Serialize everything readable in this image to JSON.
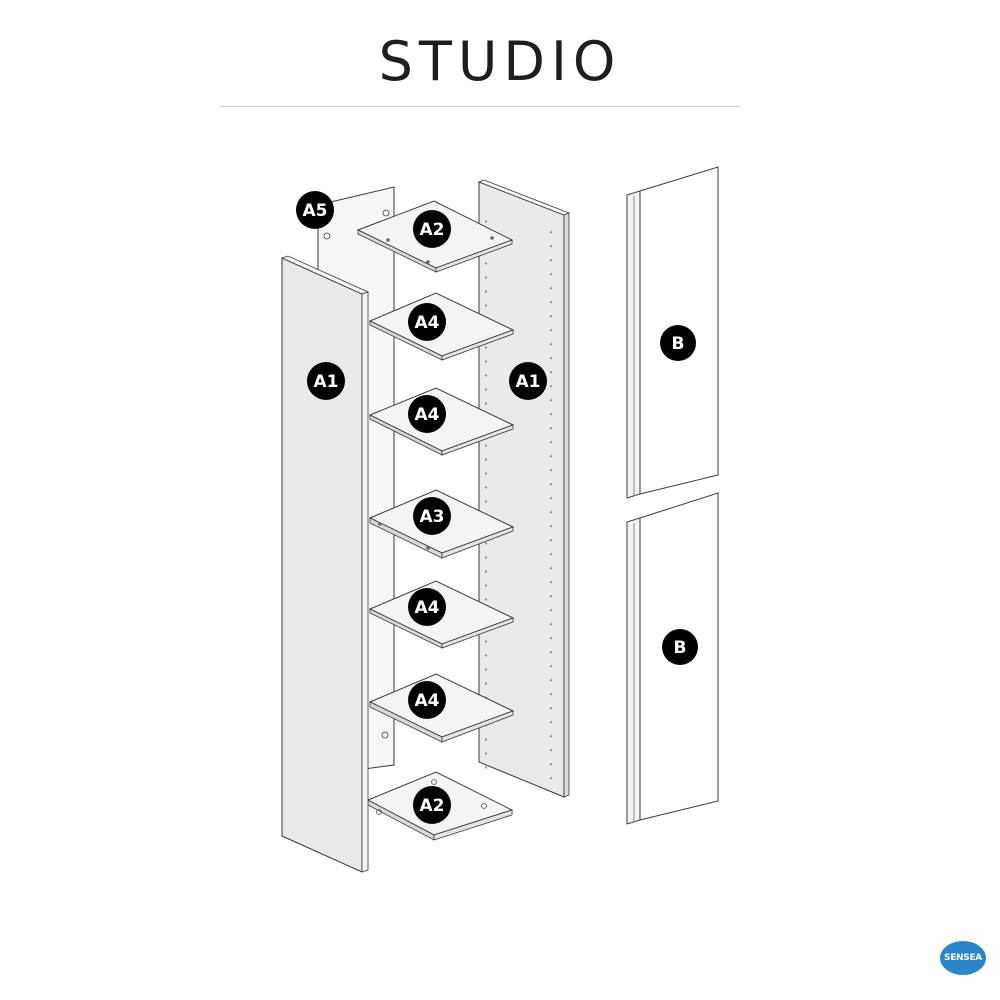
{
  "title": "STUDIO",
  "logo_text": "SENSEA",
  "parts": {
    "a5": "A5",
    "a2_top": "A2",
    "a1_left": "A1",
    "a1_right": "A1",
    "a4_1": "A4",
    "a4_2": "A4",
    "a3": "A3",
    "a4_3": "A4",
    "a4_4": "A4",
    "a2_bottom": "A2",
    "b_top": "B",
    "b_bottom": "B"
  },
  "colors": {
    "panel": "#e9e9e9",
    "panel_light": "#f7f7f7",
    "stroke": "#3a3a3a",
    "badge": "#000000",
    "logo": "#2a86c8"
  }
}
